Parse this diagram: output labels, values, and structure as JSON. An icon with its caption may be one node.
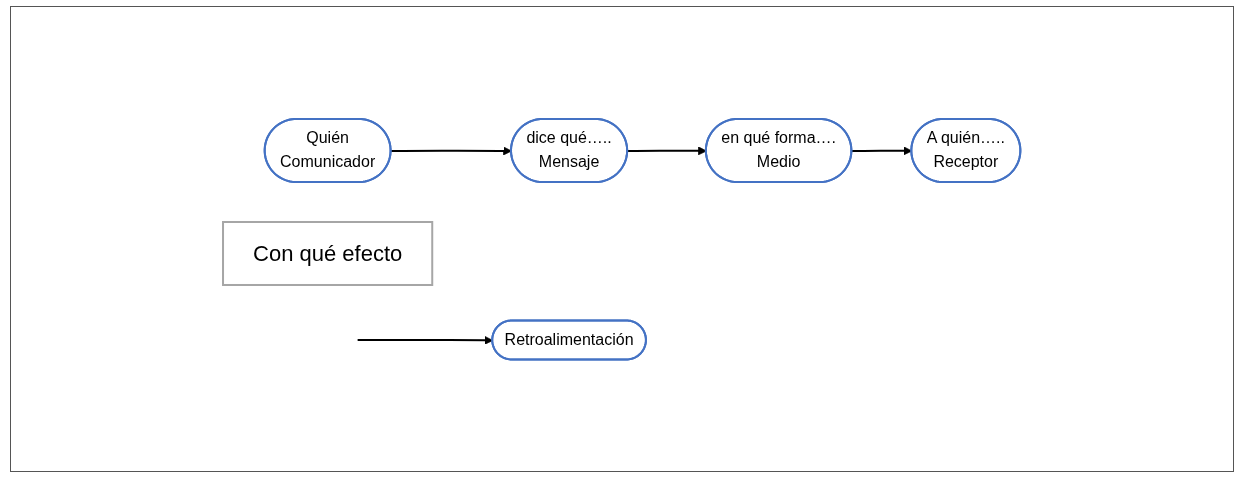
{
  "diagram": {
    "nodes": [
      {
        "text": [
          "Quién",
          "Comunicador"
        ]
      },
      {
        "text": [
          "dice qué…..",
          "Mensaje"
        ]
      },
      {
        "text": [
          "en qué forma….",
          "Medio"
        ]
      },
      {
        "text": [
          "A quién…..",
          "Receptor"
        ]
      },
      {
        "text": [
          "Retroalimentación"
        ]
      },
      {
        "text": [
          "Con qué efecto"
        ]
      }
    ],
    "edges": [
      {
        "from": 0,
        "to": 1,
        "arrow": "to"
      },
      {
        "from": 1,
        "to": 2,
        "arrow": "to"
      },
      {
        "from": 2,
        "to": 3,
        "arrow": "to"
      },
      {
        "from": null,
        "to": 4,
        "arrow": "to"
      }
    ]
  }
}
